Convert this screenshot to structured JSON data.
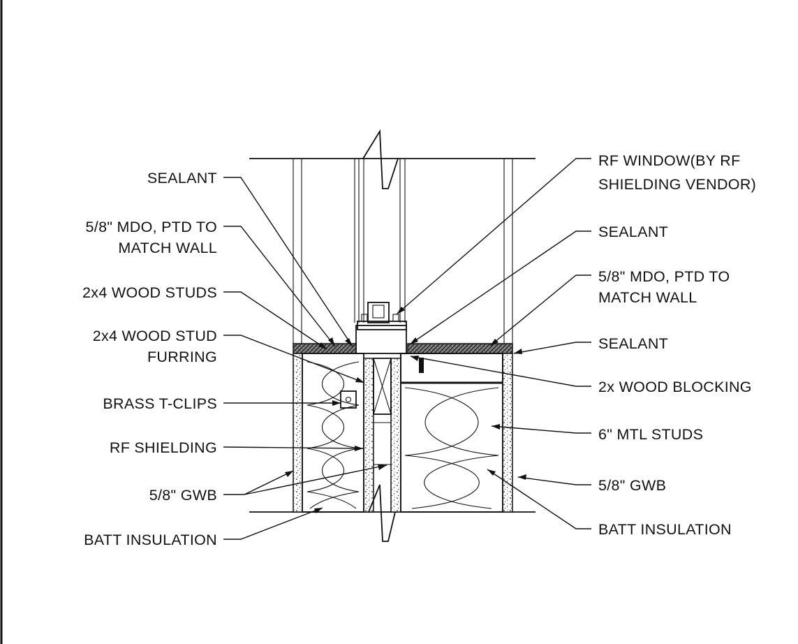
{
  "labels_left": [
    {
      "id": "sealant-left",
      "lines": [
        "SEALANT"
      ]
    },
    {
      "id": "mdo-left",
      "lines": [
        "5/8\" MDO, PTD TO",
        "MATCH WALL"
      ]
    },
    {
      "id": "wood-studs",
      "lines": [
        "2x4 WOOD STUDS"
      ]
    },
    {
      "id": "wood-stud-furring",
      "lines": [
        "2x4 WOOD STUD",
        "FURRING"
      ]
    },
    {
      "id": "brass-t-clips",
      "lines": [
        "BRASS T-CLIPS"
      ]
    },
    {
      "id": "rf-shielding",
      "lines": [
        "RF SHIELDING"
      ]
    },
    {
      "id": "gwb-left",
      "lines": [
        "5/8\" GWB"
      ]
    },
    {
      "id": "batt-insulation-left",
      "lines": [
        "BATT INSULATION"
      ]
    }
  ],
  "labels_right": [
    {
      "id": "rf-window",
      "lines": [
        "RF WINDOW(BY RF",
        "SHIELDING VENDOR)"
      ]
    },
    {
      "id": "sealant-right-top",
      "lines": [
        "SEALANT"
      ]
    },
    {
      "id": "mdo-right",
      "lines": [
        "5/8\" MDO, PTD TO",
        "MATCH WALL"
      ]
    },
    {
      "id": "sealant-right-bottom",
      "lines": [
        "SEALANT"
      ]
    },
    {
      "id": "wood-blocking",
      "lines": [
        "2x WOOD BLOCKING"
      ]
    },
    {
      "id": "mtl-studs",
      "lines": [
        "6\" MTL STUDS"
      ]
    },
    {
      "id": "gwb-right",
      "lines": [
        "5/8\" GWB"
      ]
    },
    {
      "id": "batt-insulation-right",
      "lines": [
        "BATT INSULATION"
      ]
    }
  ]
}
